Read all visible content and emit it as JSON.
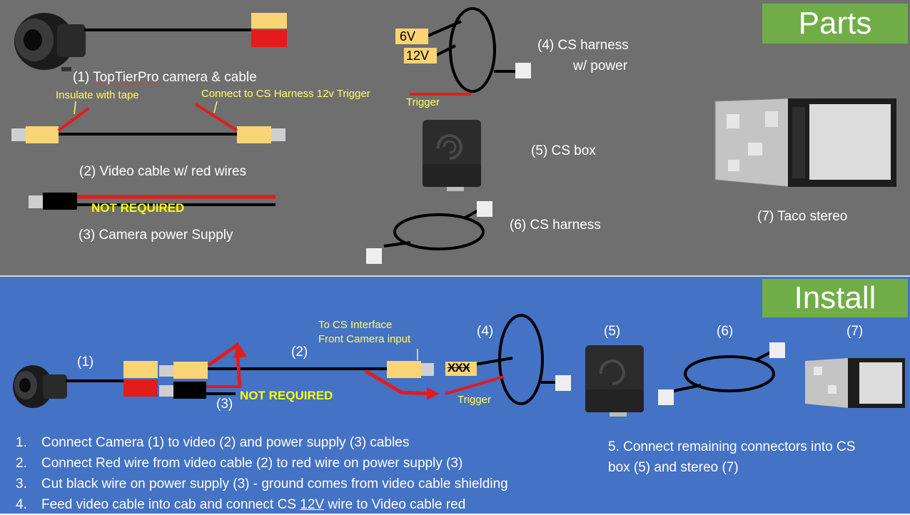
{
  "parts": {
    "heading": "Parts",
    "camera_label_prefix": "(1) ",
    "camera_label_brand": "TopTierPro",
    "camera_label_suffix": " camera & cable",
    "insulate_note": "Insulate with tape",
    "connect_note": "Connect to CS Harness 12v Trigger",
    "video_cable_label": "(2) Video cable w/ red wires",
    "not_required": "NOT REQUIRED",
    "power_supply_label": "(3) Camera power Supply",
    "wire_6v": "6V",
    "wire_12v": "12V",
    "trigger": "Trigger",
    "harness_power_line1": "(4) CS harness",
    "harness_power_line2": "w/ power",
    "cs_box_label": "(5) CS box",
    "cs_harness_label": "(6) CS harness",
    "stereo_label": "(7) Taco stereo"
  },
  "install": {
    "heading": "Install",
    "n1": "(1)",
    "n2": "(2)",
    "n3": "(3)",
    "n4": "(4)",
    "n5": "(5)",
    "n6": "(6)",
    "n7": "(7)",
    "interface_line1": "To CS Interface",
    "interface_line2": "Front Camera input",
    "not_required": "NOT REQUIRED",
    "crossed_mark": "XXX",
    "trigger": "Trigger",
    "steps": [
      {
        "num": "1.",
        "text": "Connect Camera (1) to video (2) and power supply (3) cables"
      },
      {
        "num": "2.",
        "text": "Connect Red wire from video cable (2) to red wire on power supply (3)"
      },
      {
        "num": "3.",
        "text": "Cut black wire on power supply (3) - ground comes from video cable  shielding"
      },
      {
        "num": "4.",
        "text_before": "Feed video cable into cab and connect CS ",
        "text_emph": "12V",
        "text_after": " wire to Video cable red"
      }
    ],
    "step5_line1": "5. Connect remaining connectors into CS",
    "step5_line2": "box (5) and stereo (7)"
  },
  "colors": {
    "parts_bg": "#6f6f6f",
    "install_bg": "#4472c4",
    "badge_green": "#70ad47",
    "connector_yellow": "#fbd475",
    "wire_red": "#e41b1b",
    "note_yellow": "#ffff66"
  },
  "icons": [
    "camera-icon",
    "cs-box-icon",
    "stereo-icon"
  ]
}
